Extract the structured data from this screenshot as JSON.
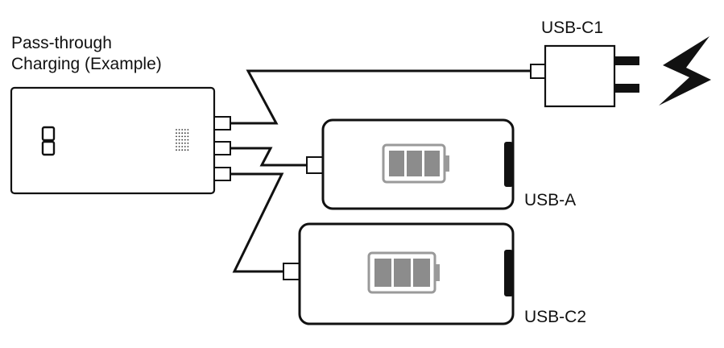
{
  "diagram": {
    "title_line1": "Pass-through",
    "title_line2": "Charging (Example)",
    "labels": {
      "usb_c1": "USB-C1",
      "usb_a": "USB-A",
      "usb_c2": "USB-C2"
    },
    "phone_battery_bars": 3,
    "colors": {
      "stroke": "#111111",
      "battery_fill": "#8c8c8c",
      "battery_outline": "#9a9a9a",
      "background": "#ffffff"
    },
    "icons": {
      "power_bank": "power-bank-icon",
      "wall_charger": "wall-charger-icon",
      "power_source": "lightning-bolt-icon",
      "phone": "smartphone-icon",
      "battery": "battery-icon"
    }
  }
}
